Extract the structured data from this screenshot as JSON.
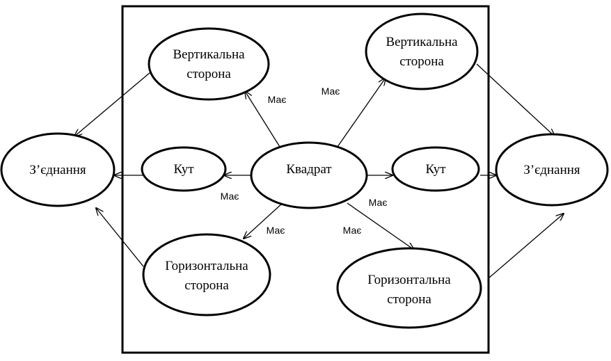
{
  "nodes": {
    "square": {
      "label": "Квадрат"
    },
    "vert_left": {
      "line1": "Вертикальна",
      "line2": "сторона"
    },
    "vert_right": {
      "line1": "Вертикальна",
      "line2": "сторона"
    },
    "angle_left": {
      "label": "Кут"
    },
    "angle_right": {
      "label": "Кут"
    },
    "horiz_left": {
      "line1": "Горизонтальна",
      "line2": "сторона"
    },
    "horiz_right": {
      "line1": "Горизонтальна",
      "line2": "сторона"
    },
    "joint_left": {
      "label": "З’єднання"
    },
    "joint_right": {
      "label": "З’єднання"
    }
  },
  "relations": {
    "has_vert_left": "Має",
    "has_vert_right": "Має",
    "has_angle_left": "Має",
    "has_angle_right": "Має",
    "has_horiz_left": "Має",
    "has_horiz_right": "Має"
  },
  "colors": {
    "stroke": "#000000",
    "background": "#ffffff"
  }
}
